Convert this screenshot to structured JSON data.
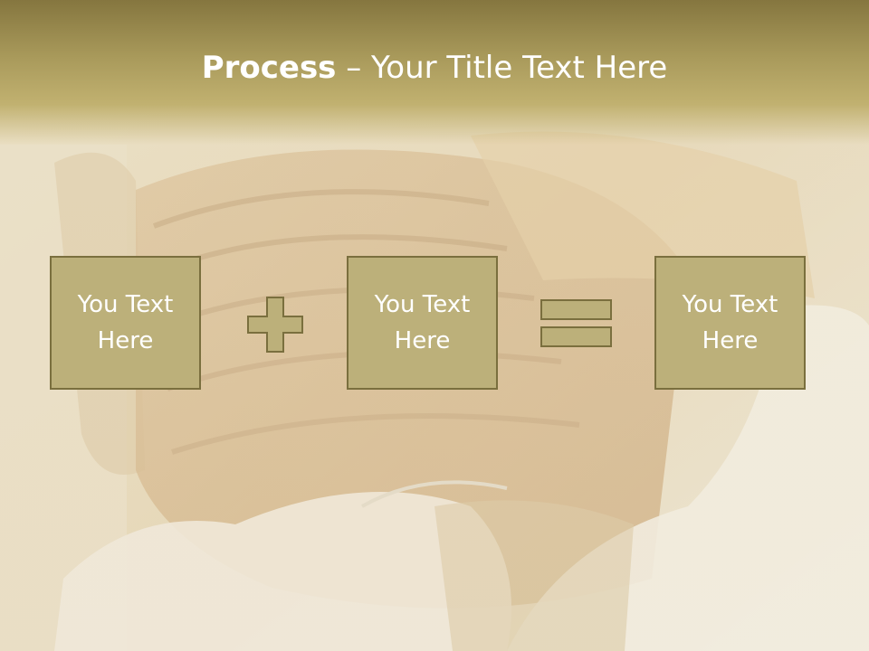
{
  "slide": {
    "title_bold": "Process",
    "title_rest": " – Your Title Text Here"
  },
  "process": {
    "boxes": [
      {
        "line1": "You Text",
        "line2": "Here"
      },
      {
        "line1": "You Text",
        "line2": "Here"
      },
      {
        "line1": "You Text",
        "line2": "Here"
      }
    ],
    "operators": [
      "plus-icon",
      "equals-icon"
    ]
  },
  "colors": {
    "title_band": "#a99a5b",
    "box_fill": "#bcb07a",
    "box_border": "#7a6f3e",
    "text": "#ffffff"
  }
}
